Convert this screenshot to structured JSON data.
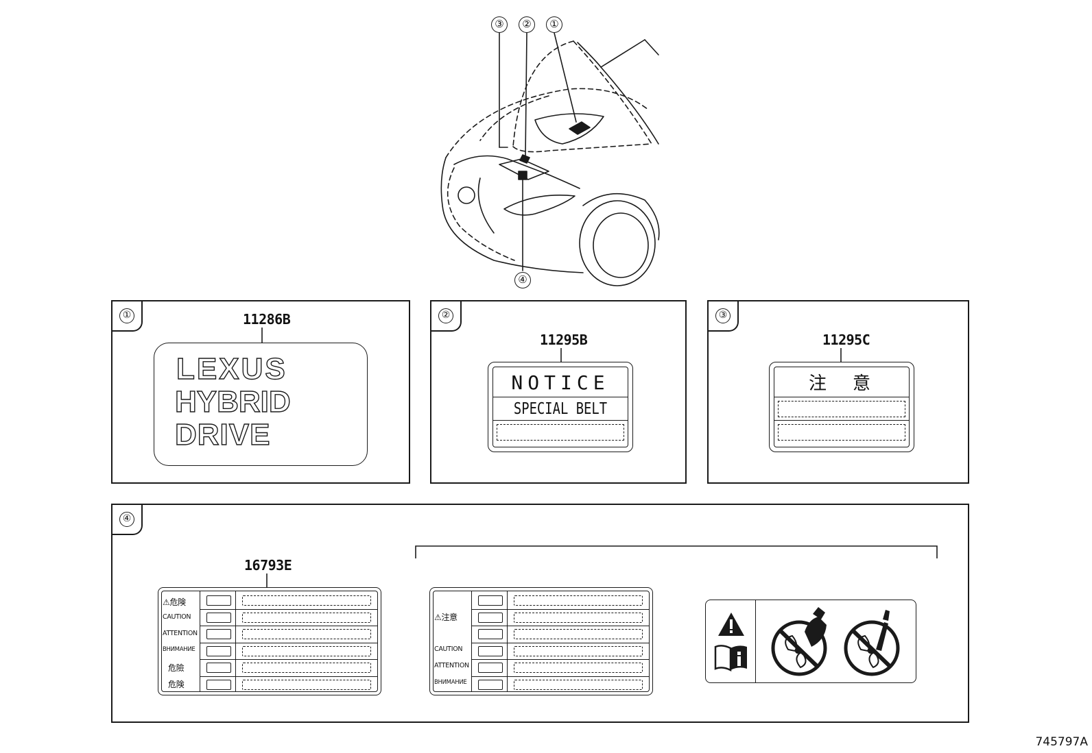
{
  "callouts": [
    "①",
    "②",
    "③",
    "④"
  ],
  "figure_id": "745797A",
  "panels": [
    {
      "number": "①",
      "part_number": "11286B",
      "label_lines": [
        "LEXUS",
        "HYBRID",
        "DRIVE"
      ]
    },
    {
      "number": "②",
      "part_number": "11295B",
      "label_lines": [
        "NOTICE",
        "SPECIAL BELT"
      ]
    },
    {
      "number": "③",
      "part_number": "11295C",
      "label_lines": [
        "注　意"
      ]
    },
    {
      "number": "④",
      "part_number": "16793E",
      "left_label_rows": [
        "⚠危険",
        "CAUTION",
        "ATTENTION",
        "ВНИМАНИЕ",
        "危險",
        "危険"
      ],
      "right_label_rows": [
        "⚠注意",
        "CAUTION",
        "ATTENTION",
        "ВНИМАНИЕ"
      ]
    }
  ],
  "icons": [
    "warning-triangle-icon",
    "manual-info-icon",
    "no-hand-fan-icon",
    "no-tool-fan-icon"
  ]
}
